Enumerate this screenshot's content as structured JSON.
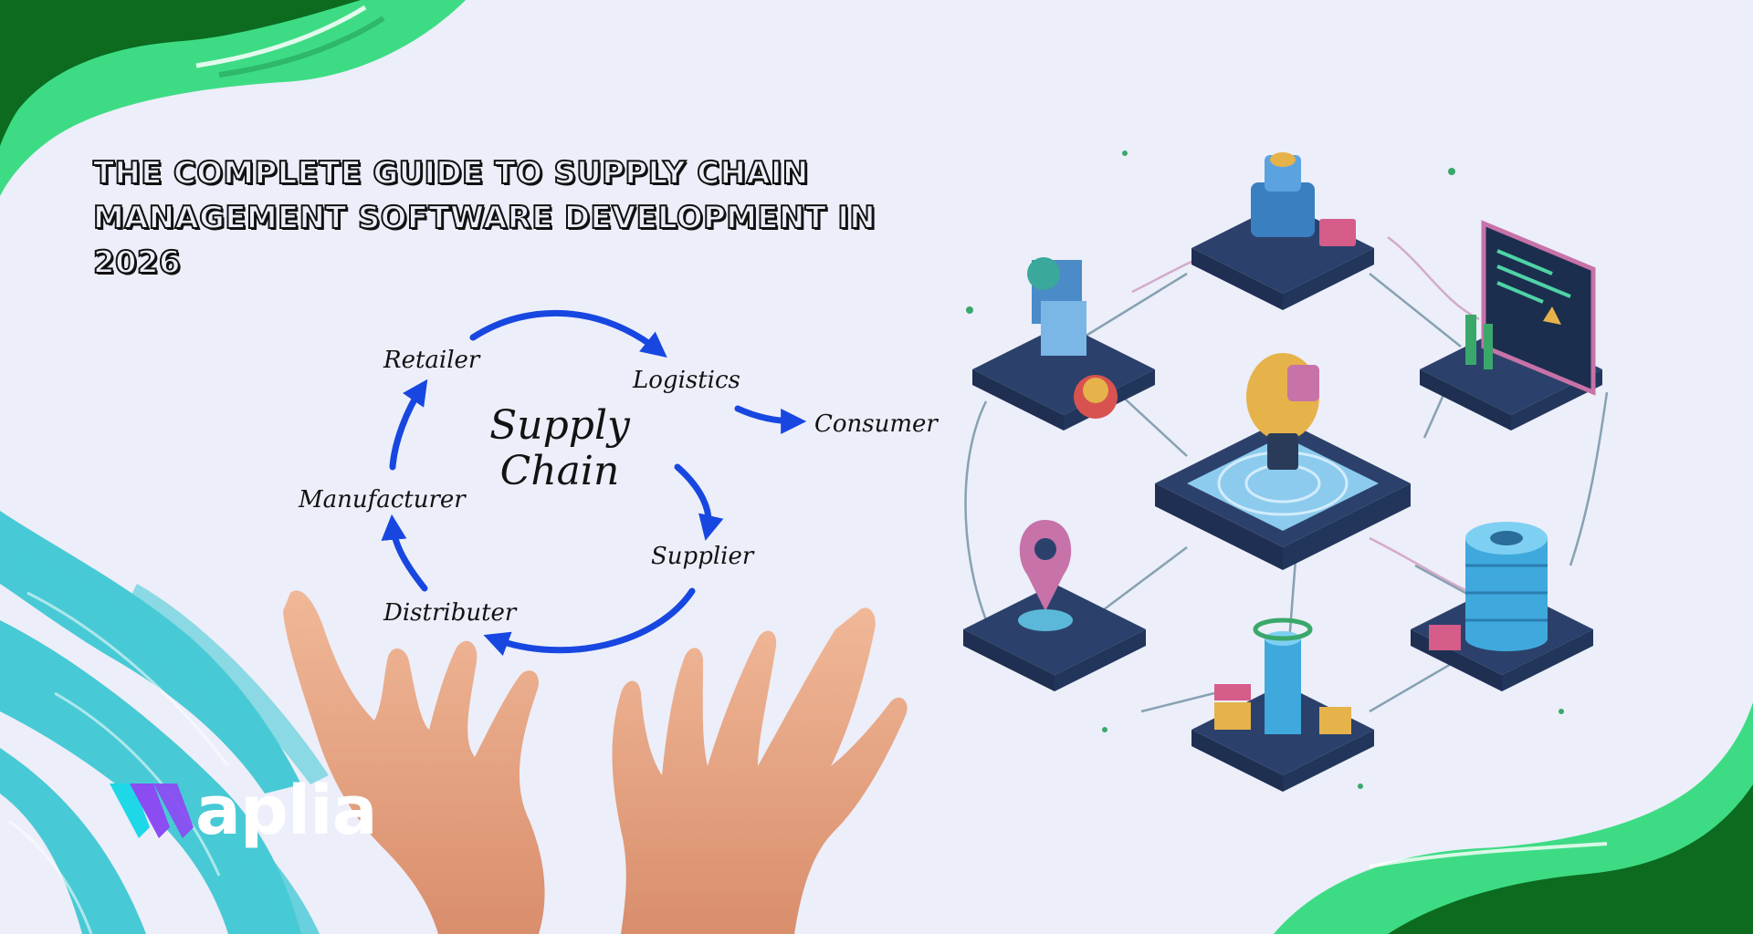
{
  "title_lines": [
    "THE COMPLETE GUIDE TO SUPPLY CHAIN",
    "MANAGEMENT SOFTWARE DEVELOPMENT IN",
    "2026"
  ],
  "diagram": {
    "center_line1": "Supply",
    "center_line2": "Chain",
    "nodes": {
      "retailer": "Retailer",
      "logistics": "Logistics",
      "consumer": "Consumer",
      "supplier": "Supplier",
      "distributer": "Distributer",
      "manufacturer": "Manufacturer"
    }
  },
  "brand": {
    "logo_text": "aplia"
  },
  "colors": {
    "background": "#ECEEF9",
    "brand_green_dark": "#0C6B1F",
    "brand_green_light": "#3DDC84",
    "arrow_blue": "#1747E0",
    "teal_brush": "#2BC4CF",
    "logo_purple": "#8B4CF2",
    "logo_cyan": "#1ED8E8"
  }
}
